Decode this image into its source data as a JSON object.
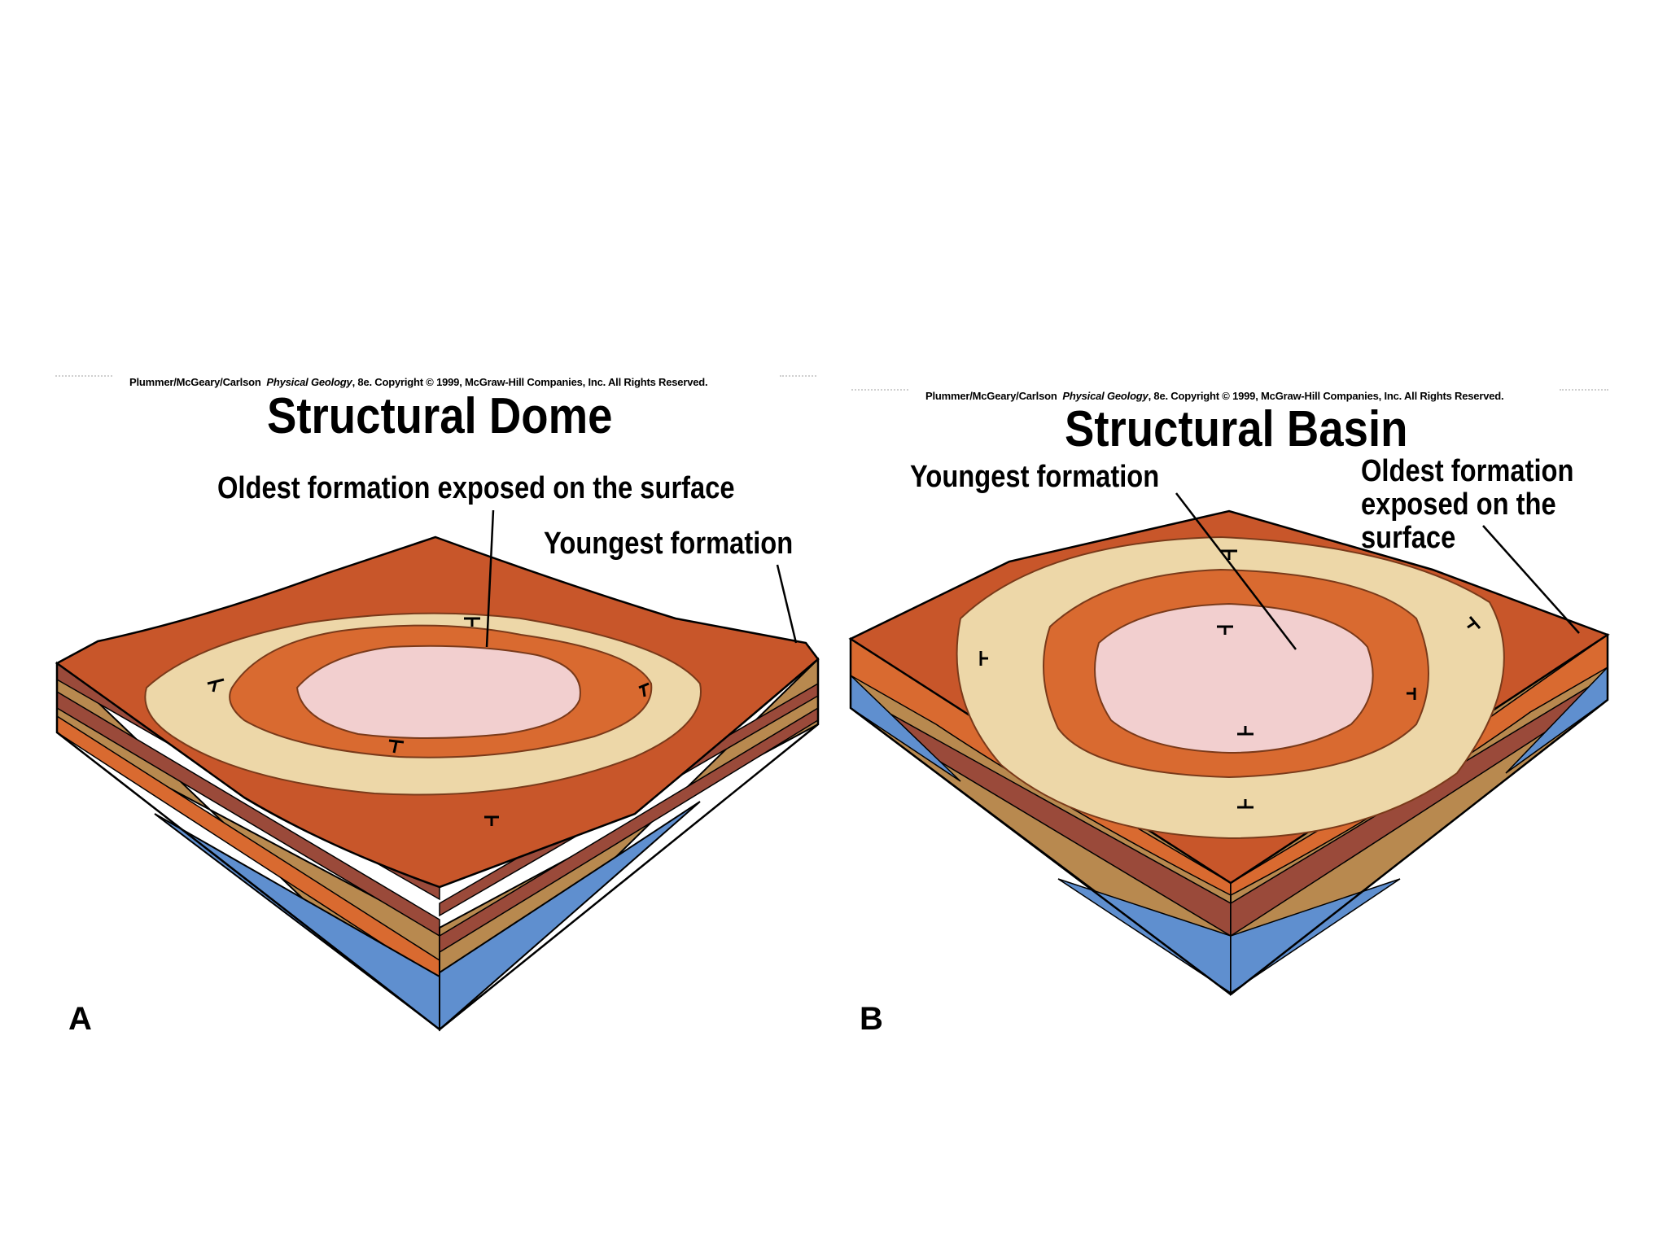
{
  "dome": {
    "credit_authors": "Plummer/McGeary/Carlson",
    "credit_book": "Physical Geology",
    "credit_rest": ", 8e.  Copyright © 1999, McGraw-Hill Companies, Inc. All Rights Reserved.",
    "title": "Structural Dome",
    "label_oldest": "Oldest formation exposed on the surface",
    "label_youngest": "Youngest formation",
    "letter": "A"
  },
  "basin": {
    "credit_authors": "Plummer/McGeary/Carlson",
    "credit_book": "Physical Geology",
    "credit_rest": ", 8e.  Copyright © 1999, McGraw-Hill Companies, Inc. All Rights Reserved.",
    "title": "Structural Basin",
    "label_youngest": "Youngest formation",
    "label_oldest_line1": "Oldest formation",
    "label_oldest_line2": "exposed on the",
    "label_oldest_line3": "surface",
    "letter": "B"
  },
  "colors": {
    "rust": "#c8562a",
    "tan": "#edd7a8",
    "pink": "#f2cfcf",
    "brown": "#b8894f",
    "maroon": "#9a4a3a",
    "blue": "#5f8fcf",
    "orange": "#d96a30"
  }
}
